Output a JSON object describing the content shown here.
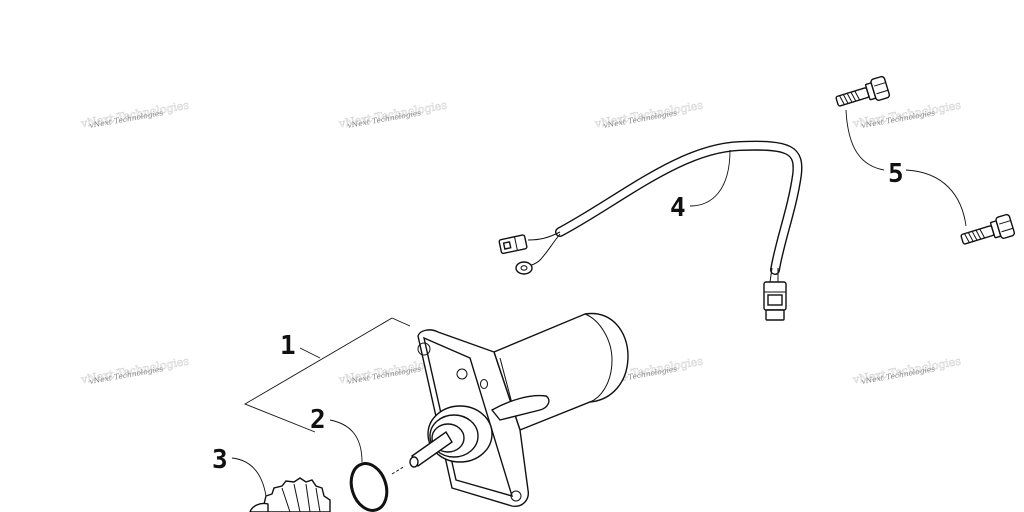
{
  "callouts": [
    "1",
    "2",
    "3",
    "4",
    "5"
  ],
  "watermark": "vNext Technologies"
}
